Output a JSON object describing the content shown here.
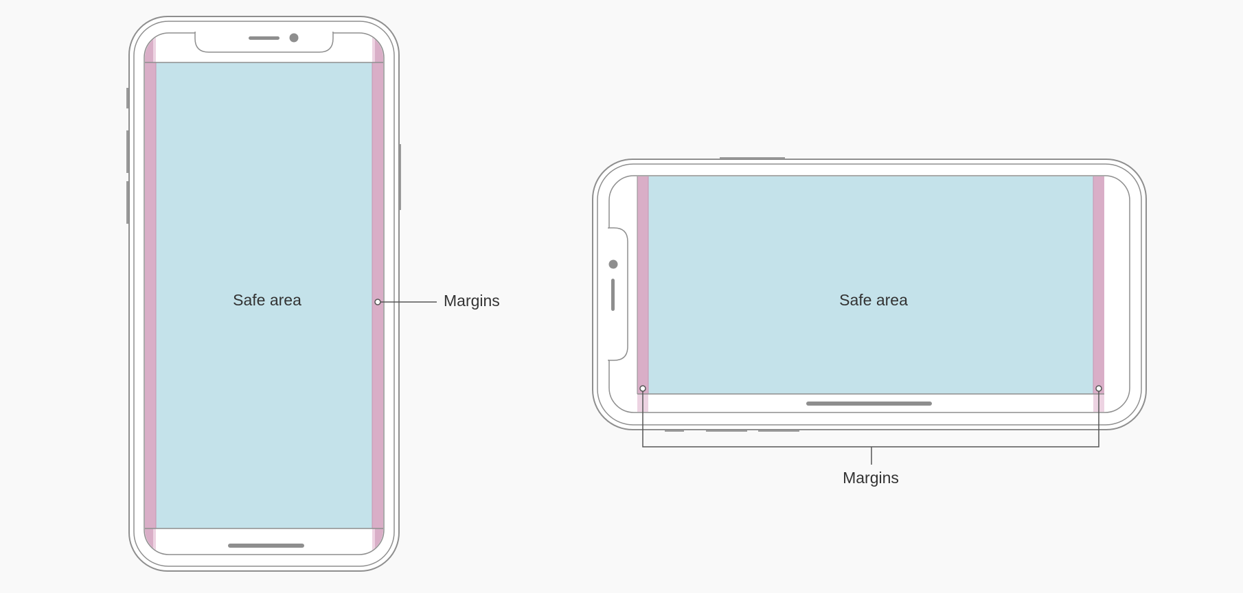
{
  "portrait": {
    "safe_area_label": "Safe area",
    "margins_label": "Margins"
  },
  "landscape": {
    "safe_area_label": "Safe area",
    "margins_label": "Margins"
  },
  "colors": {
    "background": "#f9f9f9",
    "device_outline": "#8e8e8e",
    "screen_fill": "#ffffff",
    "safe_area_fill": "#c4e2ea",
    "margin_fill": "#d9aec7",
    "margin_fill_light": "#edd3e2",
    "callout_line": "#555555",
    "label_text": "#333333"
  }
}
